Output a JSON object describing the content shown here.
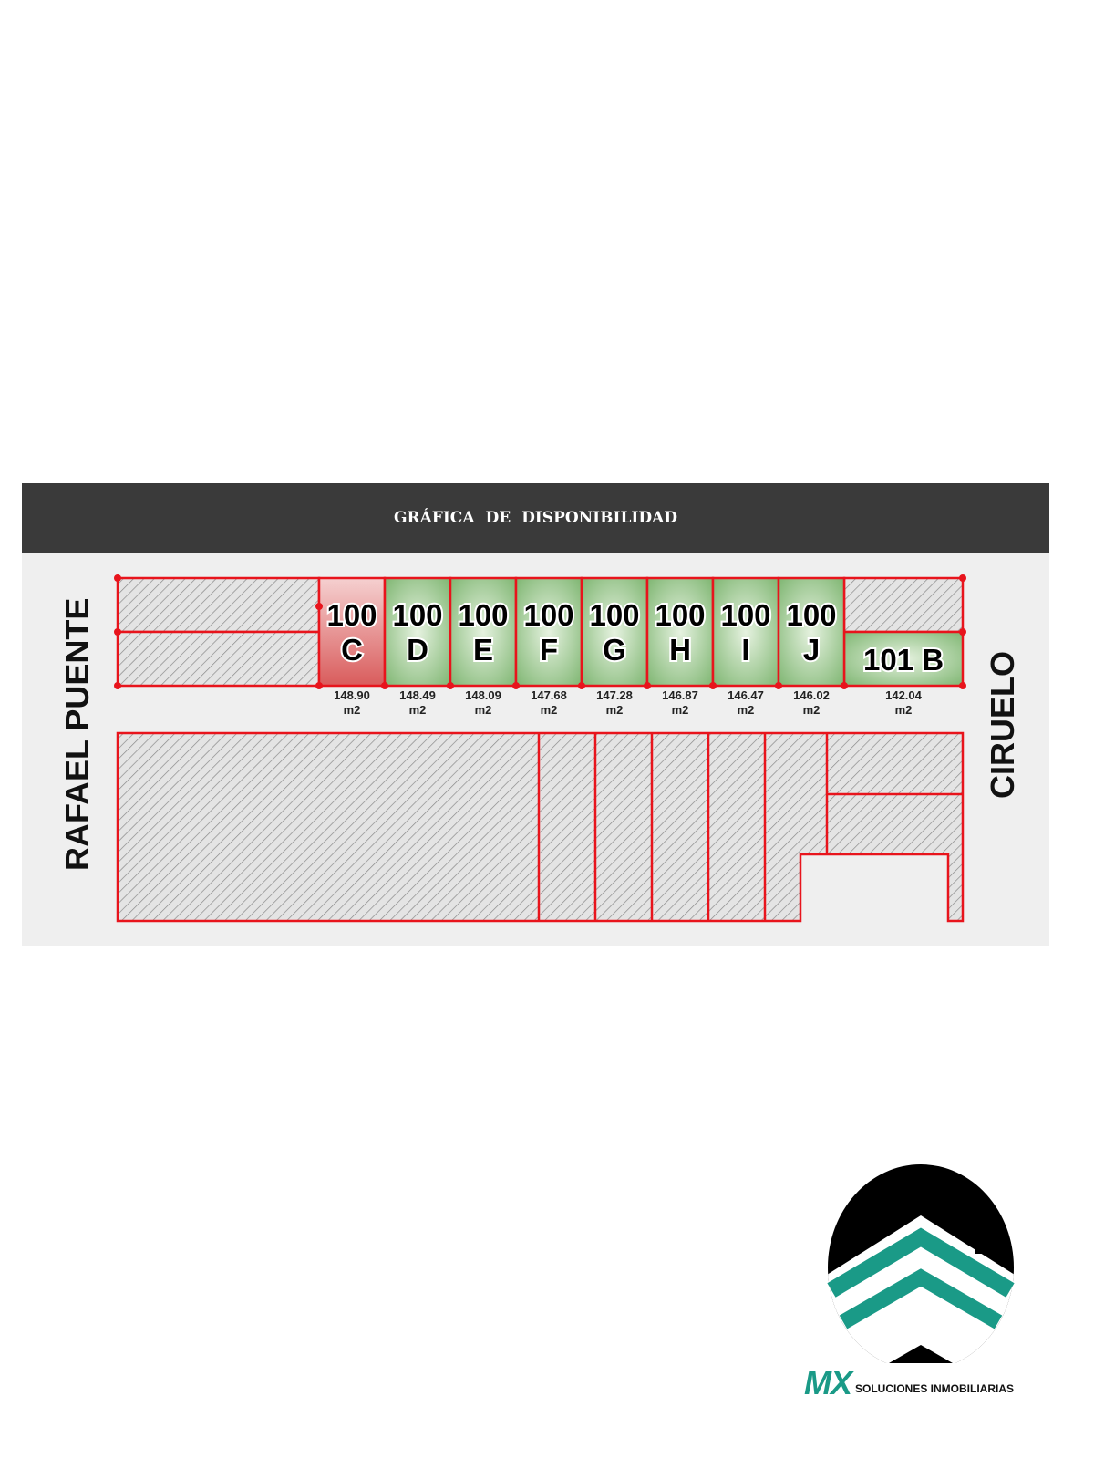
{
  "title": "GRÁFICA  DE  DISPONIBILIDAD",
  "streets": {
    "left": "RAFAEL PUENTE",
    "right": "CIRUELO"
  },
  "lots": [
    {
      "number": "100",
      "letter": "C",
      "area": "148.90",
      "unit": "m2",
      "status": "unavailable",
      "color": "#e47a7a"
    },
    {
      "number": "100",
      "letter": "D",
      "area": "148.49",
      "unit": "m2",
      "status": "available",
      "color": "#8fc183"
    },
    {
      "number": "100",
      "letter": "E",
      "area": "148.09",
      "unit": "m2",
      "status": "available",
      "color": "#8fc183"
    },
    {
      "number": "100",
      "letter": "F",
      "area": "147.68",
      "unit": "m2",
      "status": "available",
      "color": "#8fc183"
    },
    {
      "number": "100",
      "letter": "G",
      "area": "147.28",
      "unit": "m2",
      "status": "available",
      "color": "#8fc183"
    },
    {
      "number": "100",
      "letter": "H",
      "area": "146.87",
      "unit": "m2",
      "status": "available",
      "color": "#8fc183"
    },
    {
      "number": "100",
      "letter": "I",
      "area": "146.47",
      "unit": "m2",
      "status": "available",
      "color": "#8fc183"
    },
    {
      "number": "100",
      "letter": "J",
      "area": "146.02",
      "unit": "m2",
      "status": "available",
      "color": "#8fc183"
    }
  ],
  "lot_101b": {
    "label": "101 B",
    "area": "142.04",
    "unit": "m2",
    "status": "available"
  },
  "colors": {
    "boundary": "#e8141c",
    "available": "#8fc183",
    "unavailable": "#e47a7a",
    "brand": "#1a9a87"
  },
  "brand": {
    "mark": "MX",
    "name": "SOLUCIONES INMOBILIARIAS"
  }
}
